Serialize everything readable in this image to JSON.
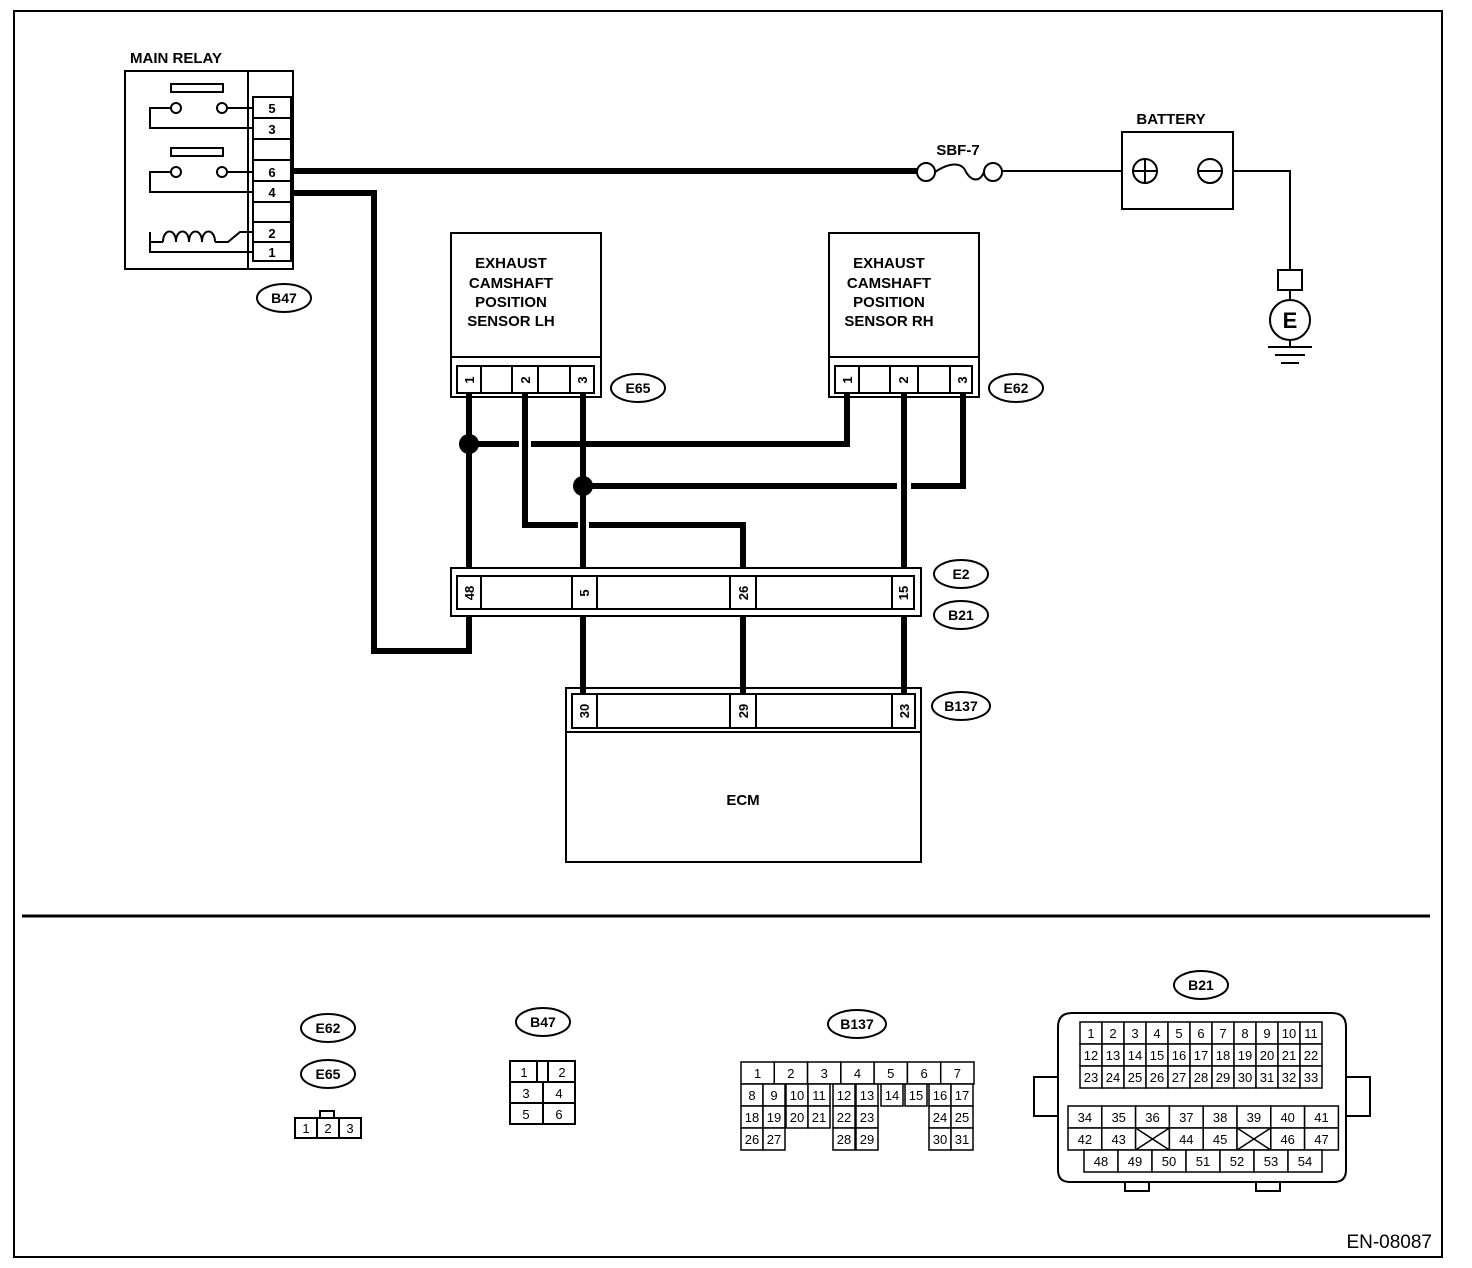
{
  "main_relay": {
    "title": "MAIN RELAY",
    "pins": [
      "5",
      "3",
      "",
      "6",
      "4",
      "",
      "2",
      "1"
    ],
    "connector": "B47"
  },
  "fuse": {
    "label": "SBF-7"
  },
  "battery": {
    "label": "BATTERY"
  },
  "ground": {
    "label": "E"
  },
  "sensor_lh": {
    "lines": [
      "EXHAUST",
      "CAMSHAFT",
      "POSITION",
      "SENSOR LH"
    ],
    "pins": [
      "1",
      "",
      "2",
      "",
      "3"
    ],
    "connector": "E65"
  },
  "sensor_rh": {
    "lines": [
      "EXHAUST",
      "CAMSHAFT",
      "POSITION",
      "SENSOR RH"
    ],
    "pins": [
      "1",
      "",
      "2",
      "",
      "3"
    ],
    "connector": "E62"
  },
  "joint_connector": {
    "pins": [
      "48",
      "5",
      "26",
      "15"
    ],
    "tags": [
      "E2",
      "B21"
    ]
  },
  "ecm_connector": {
    "pins": [
      "30",
      "29",
      "23"
    ],
    "tag": "B137"
  },
  "ecm": {
    "label": "ECM"
  },
  "legend": {
    "e62_tag": "E62",
    "e65_tag": "E65",
    "e65_cells": [
      "1",
      "2",
      "3"
    ],
    "b47_tag": "B47",
    "b47_rows": [
      [
        "1",
        "",
        "2"
      ],
      [
        "3",
        "4"
      ],
      [
        "5",
        "6"
      ]
    ],
    "b137_tag": "B137",
    "b137_row1": [
      "1",
      "2",
      "3",
      "4",
      "5",
      "6",
      "7"
    ],
    "b137_row2": [
      "8",
      "9",
      "10",
      "11",
      "12",
      "13",
      "14",
      "15",
      "16",
      "17"
    ],
    "b137_row3": [
      "18",
      "19",
      "20",
      "21",
      "22",
      "23",
      "24",
      "25"
    ],
    "b137_row4": [
      "26",
      "27",
      "28",
      "29",
      "30",
      "31"
    ],
    "b21_tag": "B21",
    "b21_row1": [
      "1",
      "2",
      "3",
      "4",
      "5",
      "6",
      "7",
      "8",
      "9",
      "10",
      "11"
    ],
    "b21_row2": [
      "12",
      "13",
      "14",
      "15",
      "16",
      "17",
      "18",
      "19",
      "20",
      "21",
      "22"
    ],
    "b21_row3": [
      "23",
      "24",
      "25",
      "26",
      "27",
      "28",
      "29",
      "30",
      "31",
      "32",
      "33"
    ],
    "b21_row4": [
      "34",
      "35",
      "36",
      "37",
      "38",
      "39",
      "40",
      "41"
    ],
    "b21_row5": [
      "42",
      "43",
      "",
      "44",
      "45",
      "",
      "46",
      "47"
    ],
    "b21_row6": [
      "48",
      "49",
      "50",
      "51",
      "52",
      "53",
      "54"
    ]
  },
  "figure_code": "EN-08087"
}
